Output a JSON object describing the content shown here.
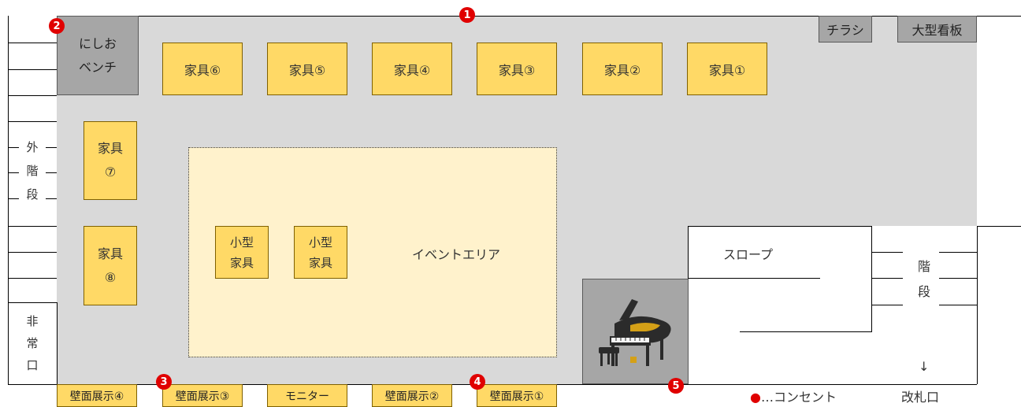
{
  "furniture_top": [
    "家具⑥",
    "家具⑤",
    "家具④",
    "家具③",
    "家具②",
    "家具①"
  ],
  "furniture_side": {
    "f7": [
      "家具",
      "⑦"
    ],
    "f8": [
      "家具",
      "⑧"
    ]
  },
  "nishio_bench": [
    "にしお",
    "ベンチ"
  ],
  "flyer": "チラシ",
  "big_sign": "大型看板",
  "event_area": "イベントエリア",
  "small_furniture": [
    "小型",
    "家具"
  ],
  "outside_stairs": [
    "外",
    "階",
    "段"
  ],
  "emergency_exit": [
    "非",
    "常",
    "口"
  ],
  "slope": "スロープ",
  "stairs": [
    "階",
    "段"
  ],
  "ticket_gate_arrow": "↓",
  "ticket_gate": "改札口",
  "wall_displays": [
    "壁面展示④",
    "壁面展示③",
    "モニター",
    "壁面展示②",
    "壁面展示①"
  ],
  "legend": {
    "dot": "●",
    "text": "…コンセント"
  },
  "outlets": [
    "1",
    "2",
    "3",
    "4",
    "5"
  ],
  "piano_icon": "grand-piano-icon",
  "colors": {
    "floor": "#d9d9d9",
    "furniture": "#ffd966",
    "event": "#fff2cc",
    "outlet": "#e00000",
    "grey_block": "#a6a6a6"
  }
}
